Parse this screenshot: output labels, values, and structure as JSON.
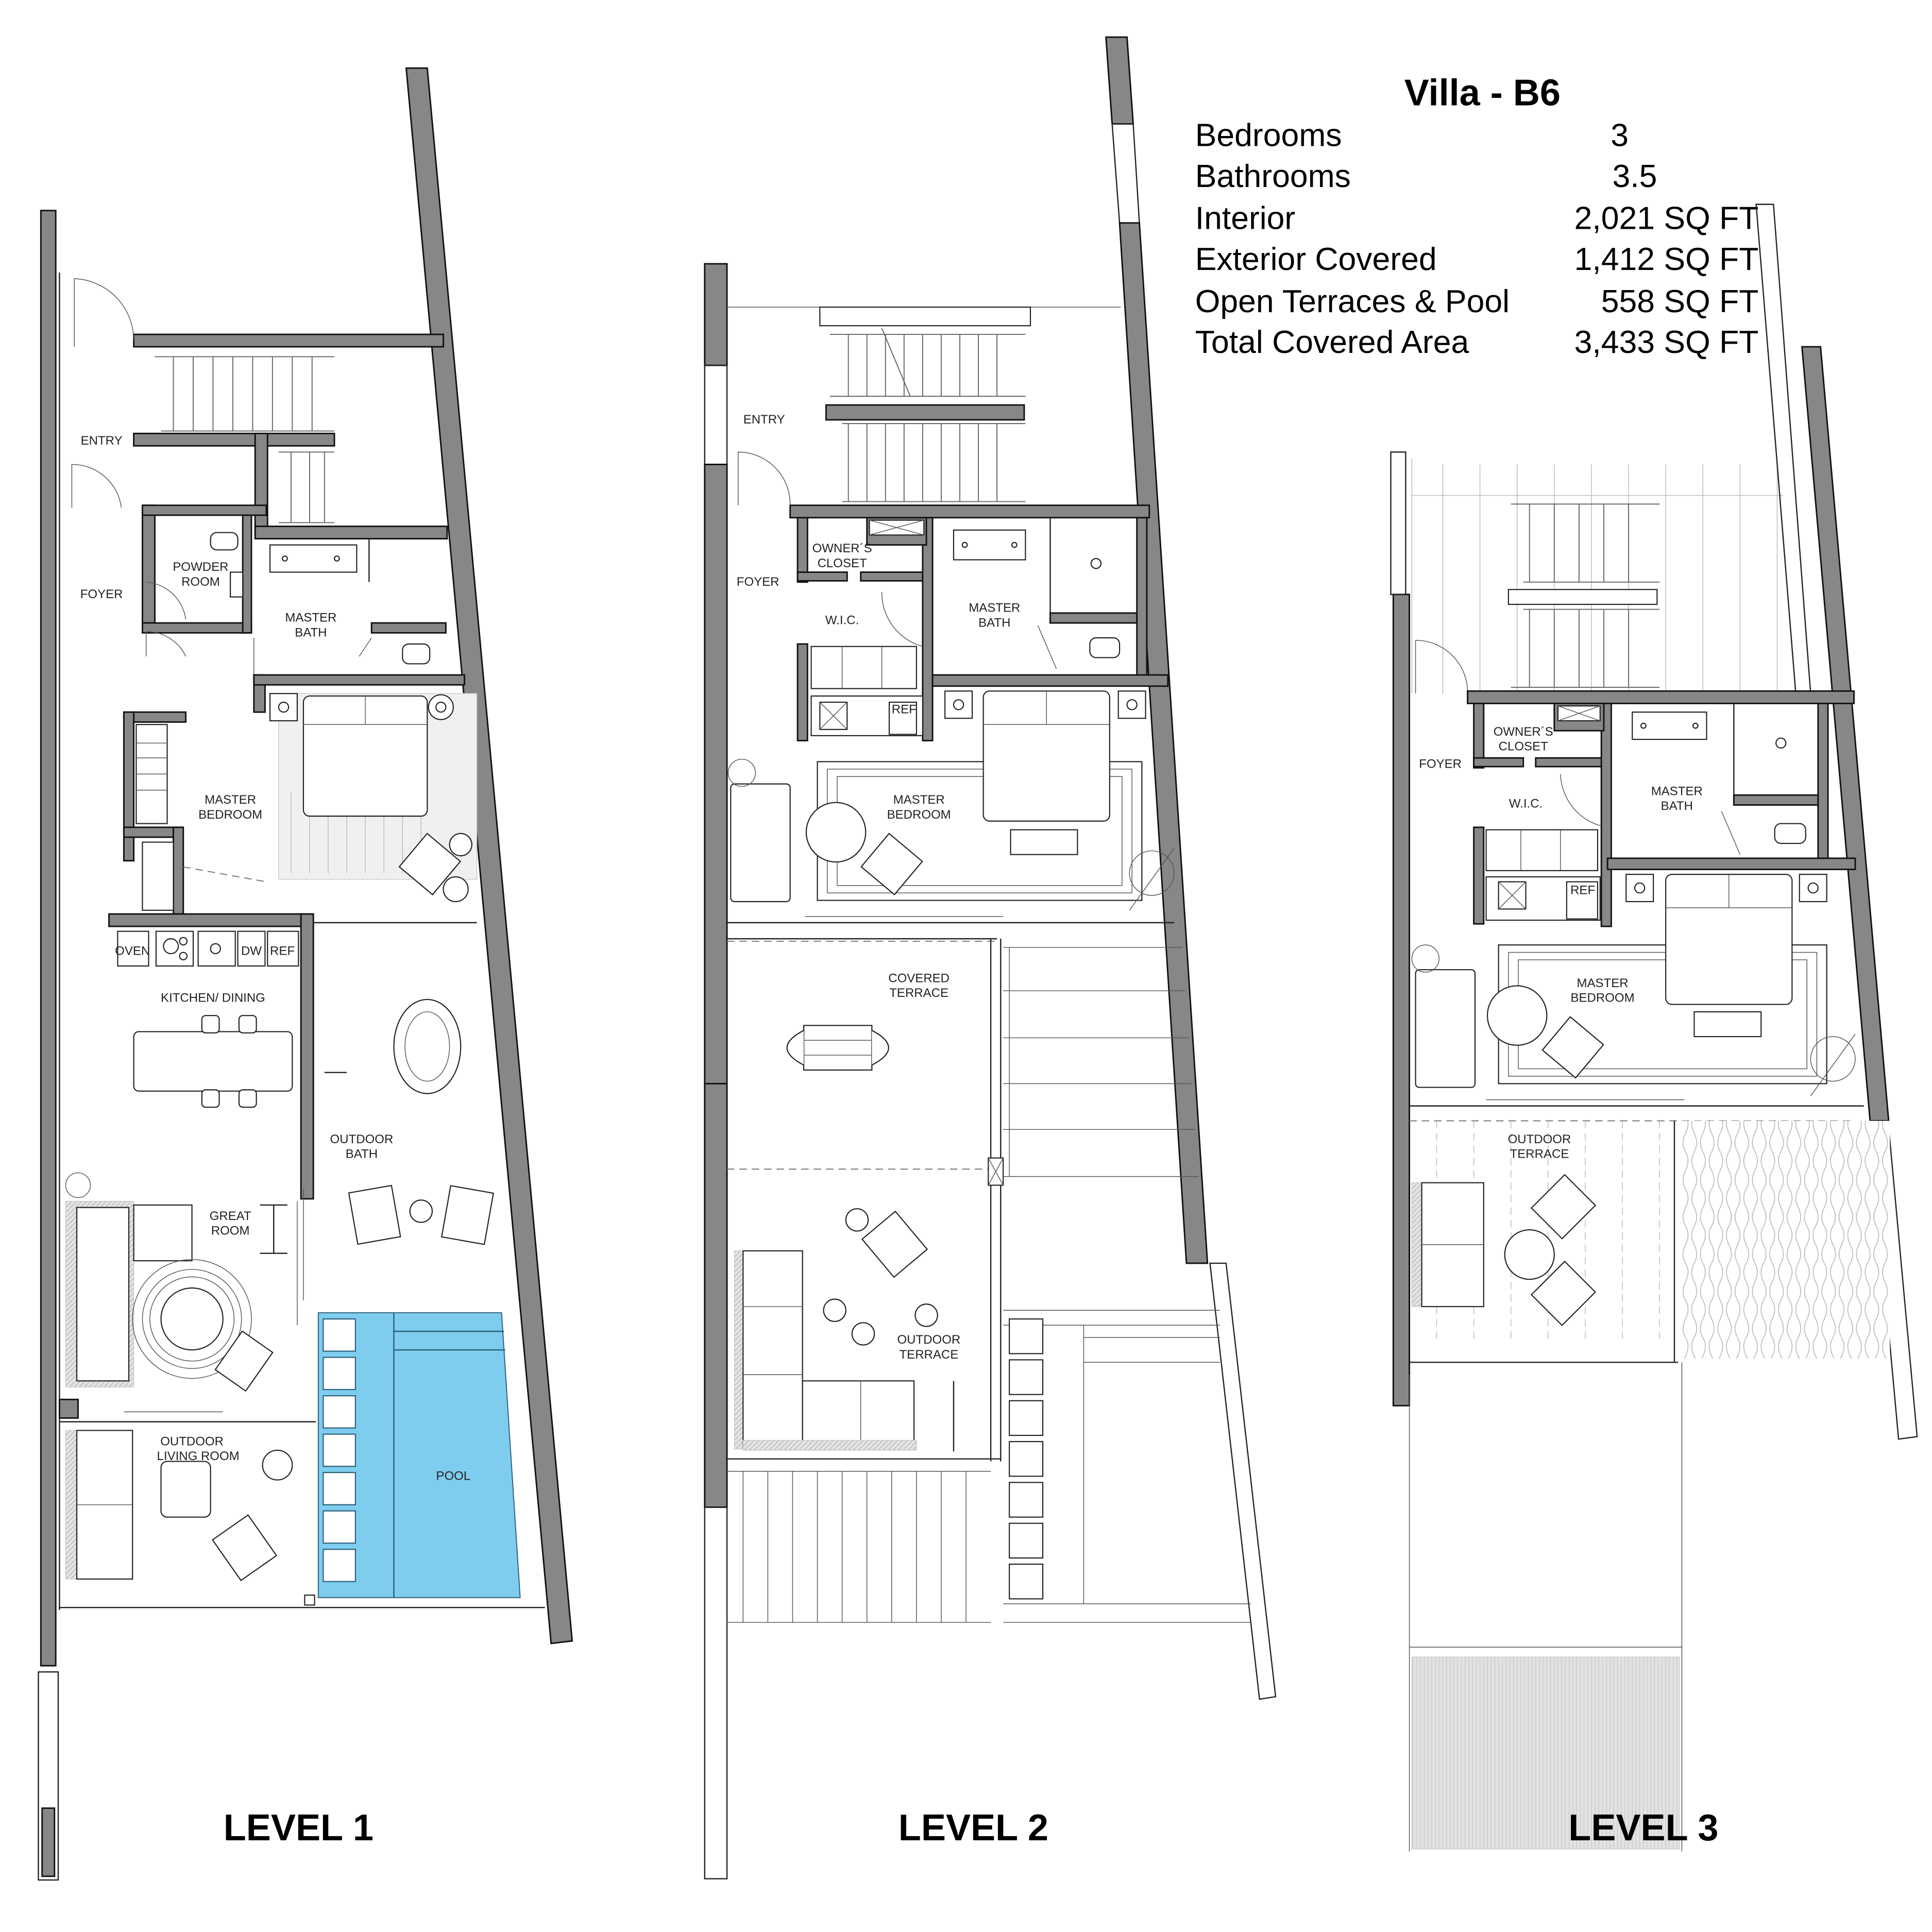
{
  "title": "Villa - B6",
  "specs": [
    {
      "label": "Bedrooms",
      "value": "3"
    },
    {
      "label": "Bathrooms",
      "value": "3.5"
    },
    {
      "label": "Interior",
      "value": "2,021 SQ FT"
    },
    {
      "label": "Exterior Covered",
      "value": "1,412 SQ FT"
    },
    {
      "label": "Open Terraces & Pool",
      "value": "558 SQ FT"
    },
    {
      "label": "Total Covered Area",
      "value": "3,433 SQ FT"
    }
  ],
  "colors": {
    "wall": "#878787",
    "pool": "#7fcdee",
    "background": "#ffffff"
  },
  "levels": [
    {
      "label": "LEVEL 1",
      "rooms": {
        "entry": "ENTRY",
        "foyer": "FOYER",
        "powder_1": "POWDER",
        "powder_2": "ROOM",
        "master_bath_1": "MASTER",
        "master_bath_2": "BATH",
        "master_bed_1": "MASTER",
        "master_bed_2": "BEDROOM",
        "kitchen": "KITCHEN/ DINING",
        "outdoor_bath_1": "OUTDOOR",
        "outdoor_bath_2": "BATH",
        "great_room_1": "GREAT",
        "great_room_2": "ROOM",
        "outdoor_living_1": "OUTDOOR",
        "outdoor_living_2": "LIVING ROOM",
        "pool": "POOL"
      },
      "appliances": [
        "OVEN",
        "DW",
        "REF"
      ]
    },
    {
      "label": "LEVEL 2",
      "rooms": {
        "entry": "ENTRY",
        "foyer": "FOYER",
        "owners_closet_1": "OWNER´S",
        "owners_closet_2": "CLOSET",
        "wic": "W.I.C.",
        "master_bath_1": "MASTER",
        "master_bath_2": "BATH",
        "master_bed_1": "MASTER",
        "master_bed_2": "BEDROOM",
        "covered_terrace_1": "COVERED",
        "covered_terrace_2": "TERRACE",
        "outdoor_terrace_1": "OUTDOOR",
        "outdoor_terrace_2": "TERRACE"
      },
      "appliances": [
        "REF"
      ]
    },
    {
      "label": "LEVEL 3",
      "rooms": {
        "foyer": "FOYER",
        "owners_closet_1": "OWNER´S",
        "owners_closet_2": "CLOSET",
        "wic": "W.I.C.",
        "master_bath_1": "MASTER",
        "master_bath_2": "BATH",
        "master_bed_1": "MASTER",
        "master_bed_2": "BEDROOM",
        "outdoor_terrace_1": "OUTDOOR",
        "outdoor_terrace_2": "TERRACE"
      },
      "appliances": [
        "REF"
      ]
    }
  ]
}
